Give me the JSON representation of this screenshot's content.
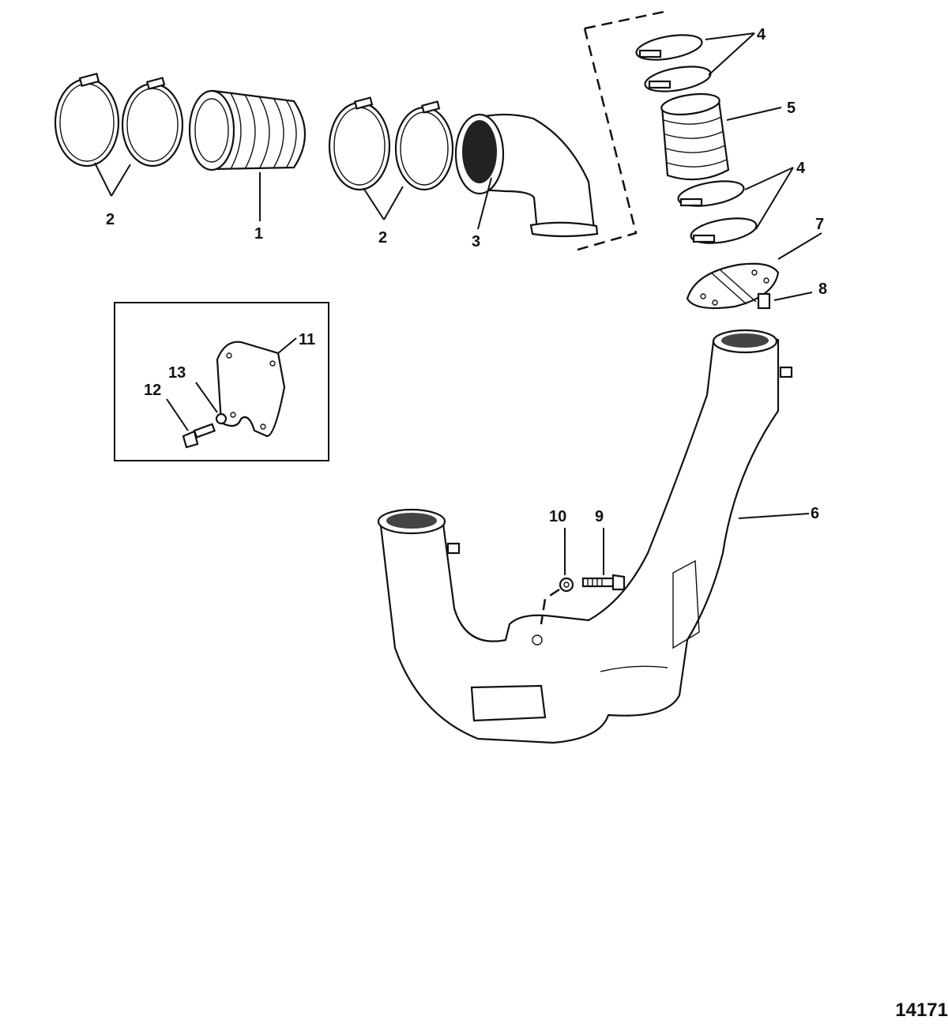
{
  "figure_number": "14171",
  "callouts": {
    "c1": "1",
    "c2a": "2",
    "c2b": "2",
    "c3": "3",
    "c4a": "4",
    "c4b": "4",
    "c5": "5",
    "c6": "6",
    "c7": "7",
    "c8": "8",
    "c9": "9",
    "c10": "10",
    "c11": "11",
    "c12": "12",
    "c13": "13"
  }
}
